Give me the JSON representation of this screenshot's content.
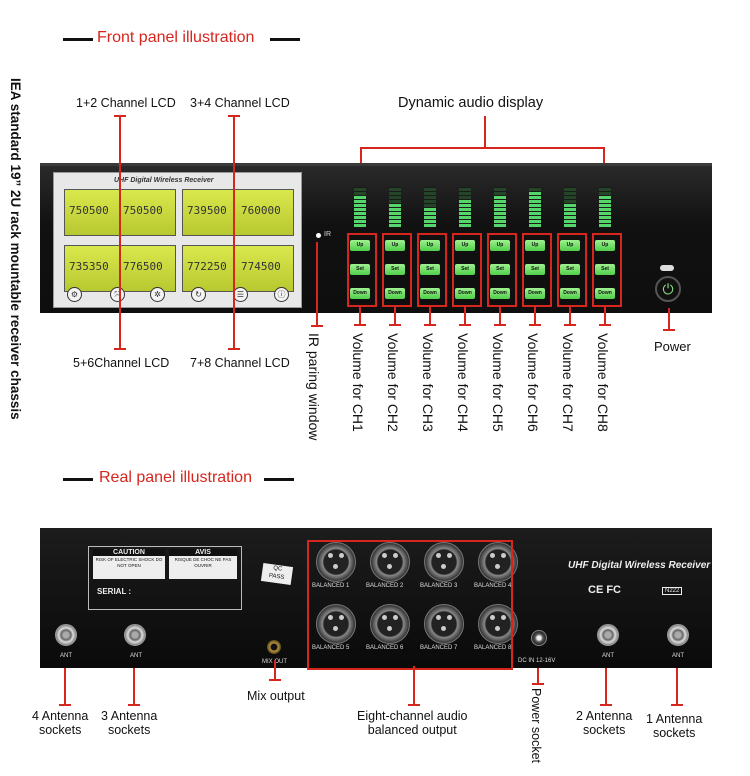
{
  "front_section": {
    "title": "Front panel illustration",
    "side_caption": "IEA standard 19”   2U rack mountable receiver chassis",
    "lcd_labels": {
      "ch12": "1+2 Channel LCD",
      "ch34": "3+4 Channel LCD",
      "ch56": "5+6Channel LCD",
      "ch78": "7+8 Channel LCD"
    },
    "dynamic_audio_label": "Dynamic audio display",
    "ir_label": "IR paring window",
    "power_label": "Power",
    "volume_labels": [
      "Volume for CH1",
      "Volume for CH2",
      "Volume for CH3",
      "Volume for CH4",
      "Volume for CH5",
      "Volume for CH6",
      "Volume for CH7",
      "Volume for CH8"
    ],
    "panel": {
      "brand": "UHF Digital Wireless Receiver",
      "ir_text": "IR",
      "lcd_values": [
        "750500",
        "750500",
        "739500",
        "760000",
        "735350",
        "776500",
        "772250",
        "774500"
      ],
      "btn_up": "Up",
      "btn_set": "Set",
      "btn_down": "Down"
    }
  },
  "rear_section": {
    "title": "Real panel illustration",
    "panel": {
      "caution": "CAUTION",
      "caution_text": "RISK OF ELECTRIC SHOCK DO NOT OPEN",
      "avis": "AVIS",
      "avis_text": "RISQUE DE CHOC NE PAS OUVRIR",
      "serial": "SERIAL :",
      "qc": "QC",
      "pass": "PASS",
      "brand": "UHF Digital Wireless Receiver",
      "cert": "CE  FC",
      "n_code": "N222",
      "ant": "ANT",
      "mix_out": "MIX OUT",
      "dc_in": "DC IN 12-16V",
      "balanced": [
        "BALANCED 1",
        "BALANCED 2",
        "BALANCED 3",
        "BALANCED 4",
        "BALANCED 5",
        "BALANCED 6",
        "BALANCED 7",
        "BALANCED 8"
      ]
    },
    "labels": {
      "ant4": "4 Antenna\nsockets",
      "ant3": "3 Antenna\nsockets",
      "mix": "Mix output",
      "balanced": "Eight-channel audio\nbalanced output",
      "power_socket": "Power socket",
      "ant2": "2 Antenna\nsockets",
      "ant1": "1 Antenna\nsockets"
    }
  }
}
